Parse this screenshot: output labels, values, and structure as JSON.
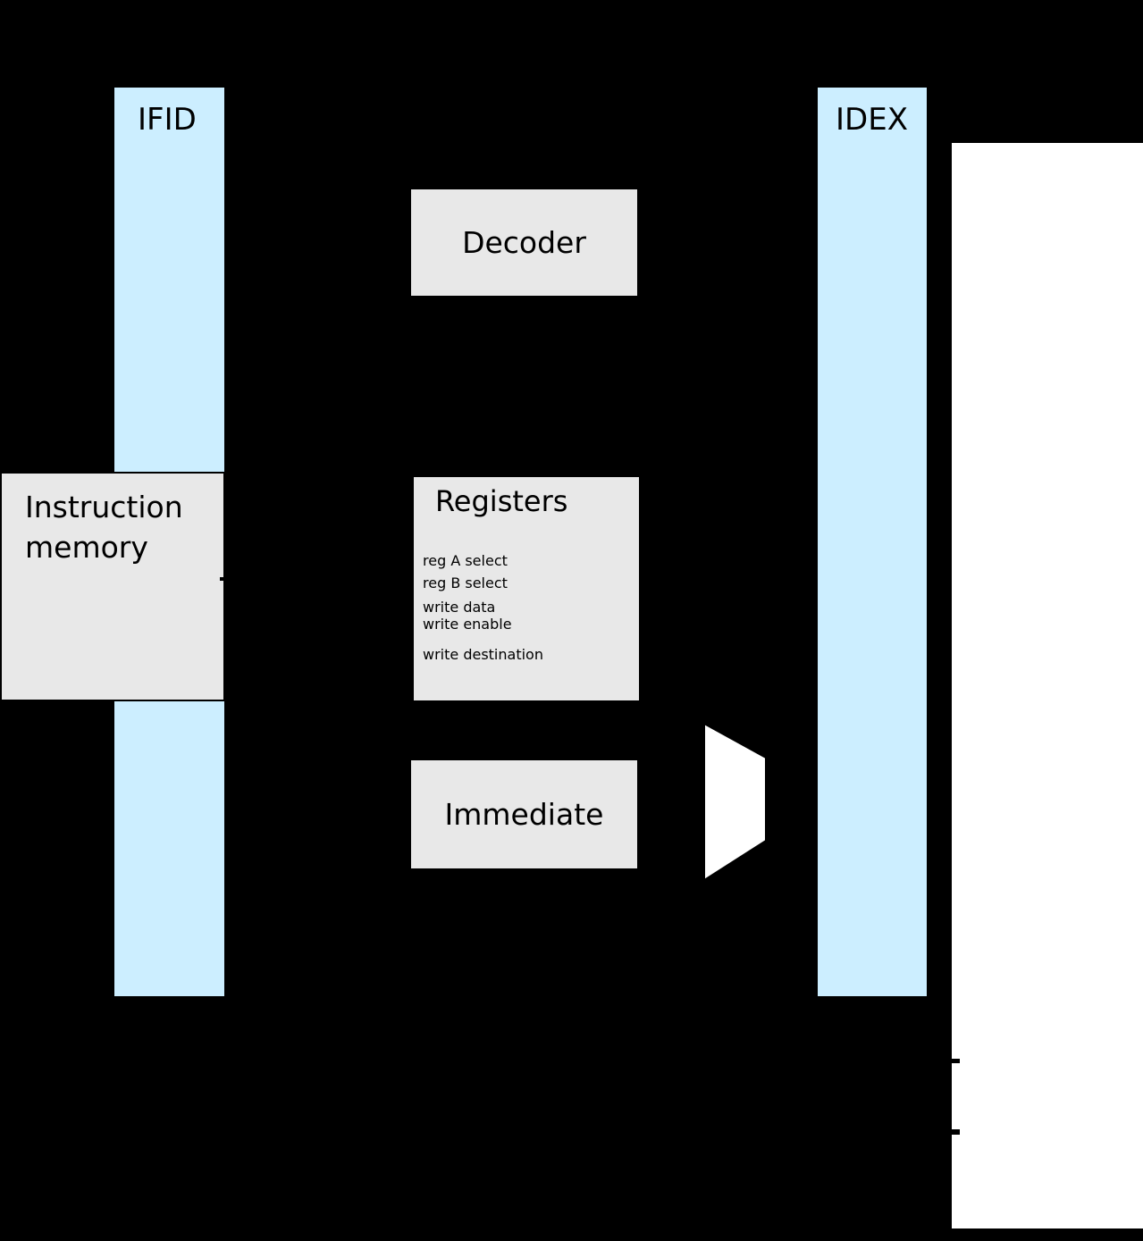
{
  "diagram": {
    "bars": {
      "ifid": {
        "label": "IFID"
      },
      "idex": {
        "label": "IDEX"
      }
    },
    "boxes": {
      "decoder": {
        "label": "Decoder"
      },
      "instruction_memory": {
        "label": "Instruction memory"
      },
      "registers": {
        "title": "Registers",
        "ports": [
          "reg A select",
          "reg B select",
          "write data",
          "write enable",
          "write destination"
        ]
      },
      "immediate": {
        "label": "Immediate"
      }
    },
    "colors": {
      "background": "#000000",
      "pipeline_bar_fill": "#cceeff",
      "box_fill": "#e8e8e8",
      "panel_fill": "#ffffff",
      "mux_fill": "#ffffff",
      "text": "#000000"
    }
  }
}
